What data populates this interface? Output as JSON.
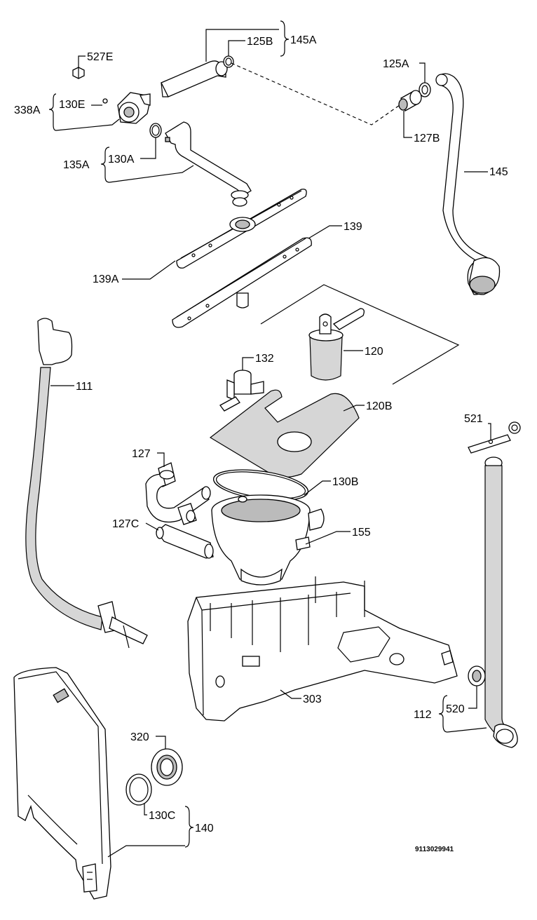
{
  "labels": {
    "l145a": "145A",
    "l125b": "125B",
    "l527e": "527E",
    "l338a": "338A",
    "l130e": "130E",
    "l125a": "125A",
    "l127b": "127B",
    "l135a": "135A",
    "l130a": "130A",
    "l145": "145",
    "l139": "139",
    "l139a": "139A",
    "l111": "111",
    "l120": "120",
    "l132": "132",
    "l120b": "120B",
    "l521": "521",
    "l127": "127",
    "l130b": "130B",
    "l127c": "127C",
    "l155": "155",
    "l303": "303",
    "l112": "112",
    "l520": "520",
    "l320": "320",
    "l130c": "130C",
    "l140": "140"
  },
  "drawing_number": "9113029941"
}
